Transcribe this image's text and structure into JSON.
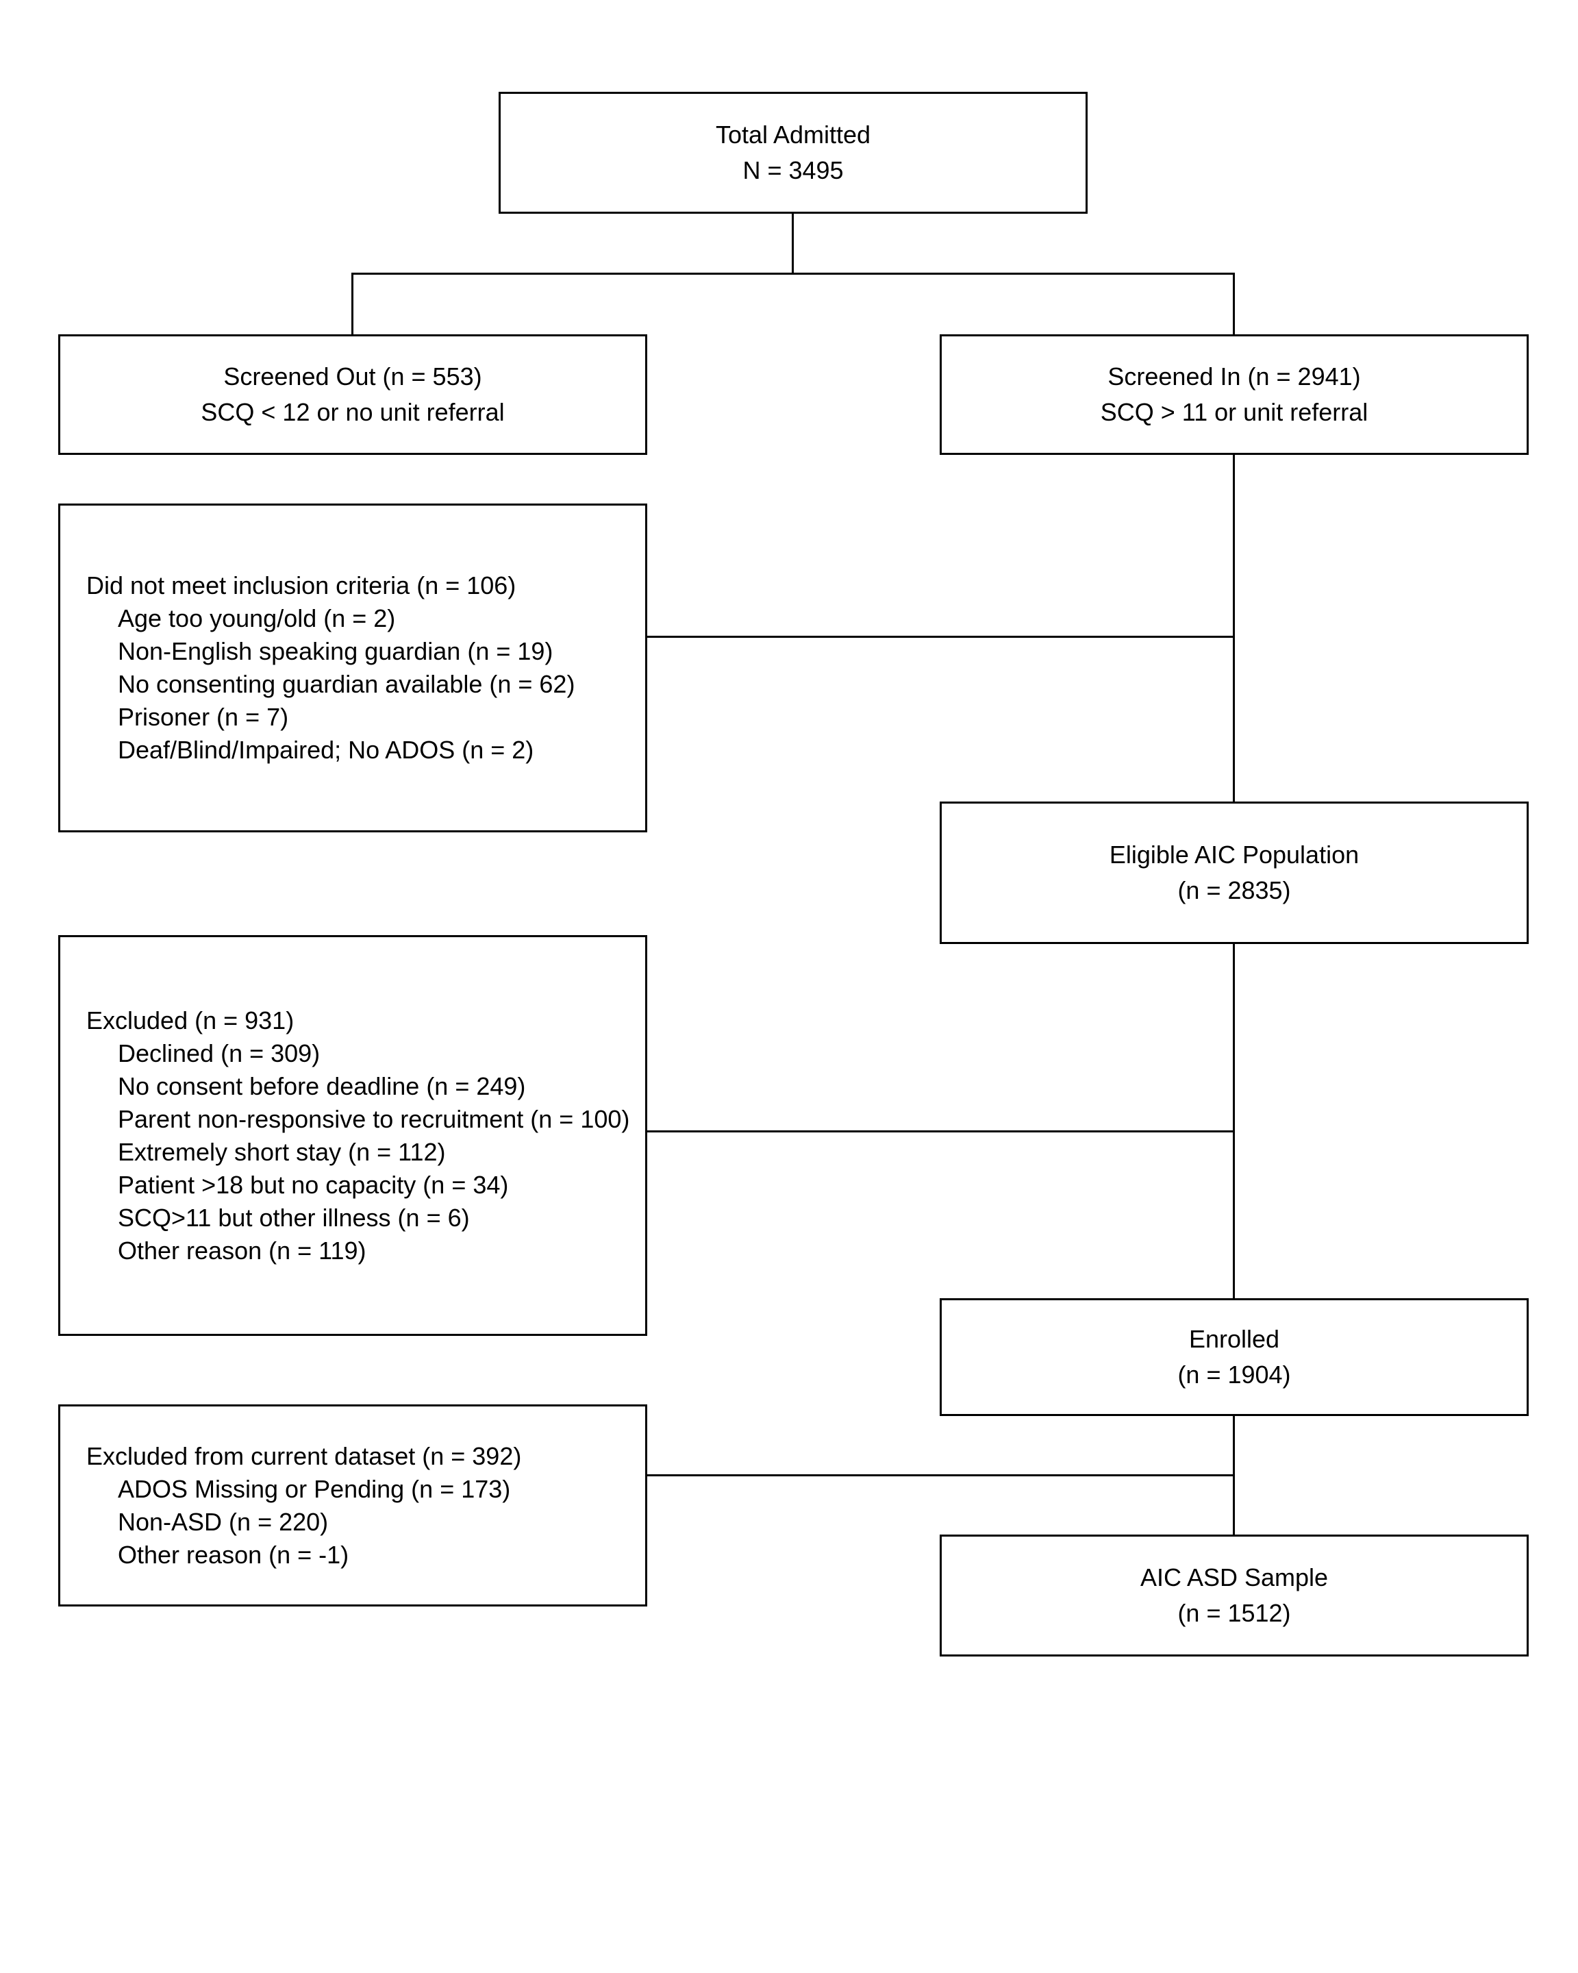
{
  "diagram": {
    "colors": {
      "background": "#ffffff",
      "line": "#000000",
      "text": "#000000"
    },
    "total": {
      "line1": "Total Admitted",
      "line2": "N = 3495"
    },
    "screened_out": {
      "line1": "Screened Out (n = 553)",
      "line2": "SCQ < 12 or no unit referral"
    },
    "screened_in": {
      "line1": "Screened In (n = 2941)",
      "line2": "SCQ > 11 or unit referral"
    },
    "not_inclusion": {
      "title": "Did not meet inclusion criteria (n = 106)",
      "items": [
        "Age too young/old (n = 2)",
        "Non-English speaking guardian (n = 19)",
        "No consenting guardian available (n = 62)",
        "Prisoner (n = 7)",
        "Deaf/Blind/Impaired; No ADOS (n = 2)"
      ]
    },
    "eligible": {
      "line1": "Eligible AIC Population",
      "line2": "(n = 2835)"
    },
    "excluded": {
      "title": "Excluded (n = 931)",
      "items": [
        "Declined (n = 309)",
        "No consent before deadline (n = 249)",
        "Parent non-responsive to recruitment (n = 100)",
        "Extremely short stay (n = 112)",
        "Patient >18 but no capacity (n = 34)",
        "SCQ>11 but other illness (n = 6)",
        "Other reason (n = 119)"
      ]
    },
    "enrolled": {
      "line1": "Enrolled",
      "line2": "(n = 1904)"
    },
    "excluded_dataset": {
      "title": "Excluded from current dataset (n = 392)",
      "items": [
        "ADOS Missing or Pending (n = 173)",
        "Non-ASD (n = 220)",
        "Other reason (n = -1)"
      ]
    },
    "aic_asd": {
      "line1": "AIC ASD Sample",
      "line2": "(n = 1512)"
    }
  }
}
